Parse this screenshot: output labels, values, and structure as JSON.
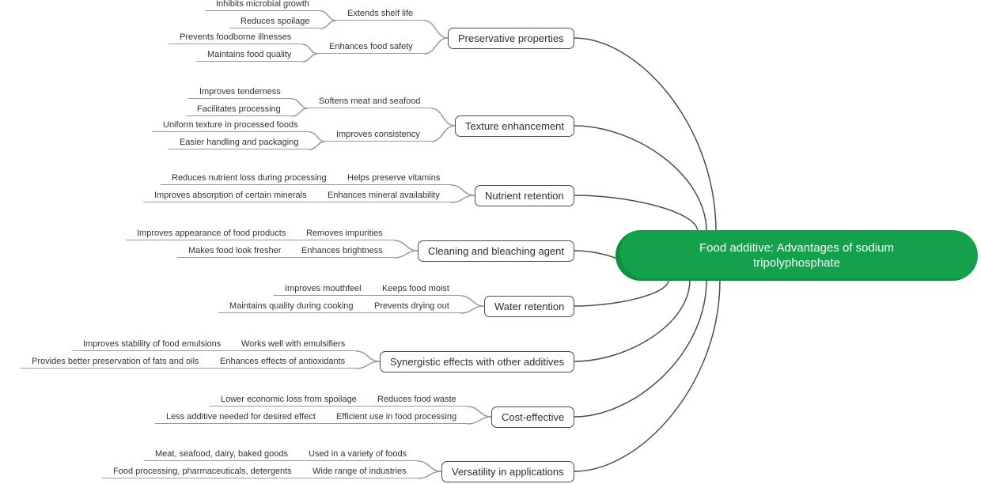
{
  "palette": {
    "central_fill": "#13a24b",
    "central_text": "#ffffff",
    "branch_line_gray": "#9b9b9b",
    "curve_dark": "#4d4d4d",
    "node_border": "#4b4b4b"
  },
  "central": {
    "label": "Food additive: Advantages of sodium tripolyphosphate"
  },
  "branches": [
    {
      "label": "Preservative properties",
      "children": [
        {
          "label": "Extends shelf life",
          "children": [
            {
              "label": "Inhibits microbial growth"
            },
            {
              "label": "Reduces spoilage"
            }
          ]
        },
        {
          "label": "Enhances food safety",
          "children": [
            {
              "label": "Prevents foodborne illnesses"
            },
            {
              "label": "Maintains food quality"
            }
          ]
        }
      ]
    },
    {
      "label": "Texture enhancement",
      "children": [
        {
          "label": "Softens meat and seafood",
          "children": [
            {
              "label": "Improves tenderness"
            },
            {
              "label": "Facilitates processing"
            }
          ]
        },
        {
          "label": "Improves consistency",
          "children": [
            {
              "label": "Uniform texture in processed foods"
            },
            {
              "label": "Easier handling and packaging"
            }
          ]
        }
      ]
    },
    {
      "label": "Nutrient retention",
      "children": [
        {
          "label": "Helps preserve vitamins",
          "children": [
            {
              "label": "Reduces nutrient loss during processing"
            }
          ]
        },
        {
          "label": "Enhances mineral availability",
          "children": [
            {
              "label": "Improves absorption of certain minerals"
            }
          ]
        }
      ]
    },
    {
      "label": "Cleaning and bleaching agent",
      "children": [
        {
          "label": "Removes impurities",
          "children": [
            {
              "label": "Improves appearance of food products"
            }
          ]
        },
        {
          "label": "Enhances brightness",
          "children": [
            {
              "label": "Makes food look fresher"
            }
          ]
        }
      ]
    },
    {
      "label": "Water retention",
      "children": [
        {
          "label": "Keeps food moist",
          "children": [
            {
              "label": "Improves mouthfeel"
            }
          ]
        },
        {
          "label": "Prevents drying out",
          "children": [
            {
              "label": "Maintains quality during cooking"
            }
          ]
        }
      ]
    },
    {
      "label": "Synergistic effects with other additives",
      "children": [
        {
          "label": "Works well with emulsifiers",
          "children": [
            {
              "label": "Improves stability of food emulsions"
            }
          ]
        },
        {
          "label": "Enhances effects of antioxidants",
          "children": [
            {
              "label": "Provides better preservation of fats and oils"
            }
          ]
        }
      ]
    },
    {
      "label": "Cost-effective",
      "children": [
        {
          "label": "Reduces food waste",
          "children": [
            {
              "label": "Lower economic loss from spoilage"
            }
          ]
        },
        {
          "label": "Efficient use in food processing",
          "children": [
            {
              "label": "Less additive needed for desired effect"
            }
          ]
        }
      ]
    },
    {
      "label": "Versatility in applications",
      "children": [
        {
          "label": "Used in a variety of foods",
          "children": [
            {
              "label": "Meat, seafood, dairy, baked goods"
            }
          ]
        },
        {
          "label": "Wide range of industries",
          "children": [
            {
              "label": "Food processing, pharmaceuticals, detergents"
            }
          ]
        }
      ]
    }
  ]
}
